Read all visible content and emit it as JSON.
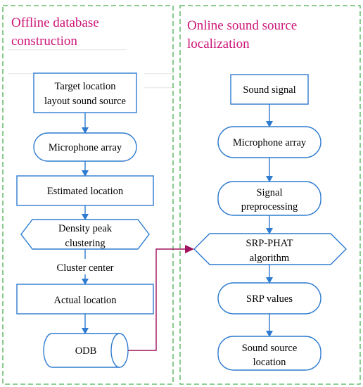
{
  "panels": {
    "offline_title_1": "Offline database",
    "offline_title_2": "construction",
    "online_title_1": "Online sound source",
    "online_title_2": "localization"
  },
  "offline": {
    "target_1": "Target location",
    "target_2": "layout sound source",
    "mic_array": "Microphone array",
    "estimated": "Estimated location",
    "density_1": "Density peak",
    "density_2": "clustering",
    "cluster_center": "Cluster center",
    "actual": "Actual location",
    "odb": "ODB"
  },
  "online": {
    "sound_signal": "Sound signal",
    "mic_array": "Microphone array",
    "signal_1": "Signal",
    "signal_2": "preprocessing",
    "srp_1": "SRP-PHAT",
    "srp_2": "algorithm",
    "srp_values": "SRP values",
    "source_1": "Sound source",
    "source_2": "location"
  },
  "colors": {
    "node_stroke": "#2e7bcf",
    "panel_border": "#4caf50",
    "title": "#cc1477",
    "link": "#a0135e"
  }
}
